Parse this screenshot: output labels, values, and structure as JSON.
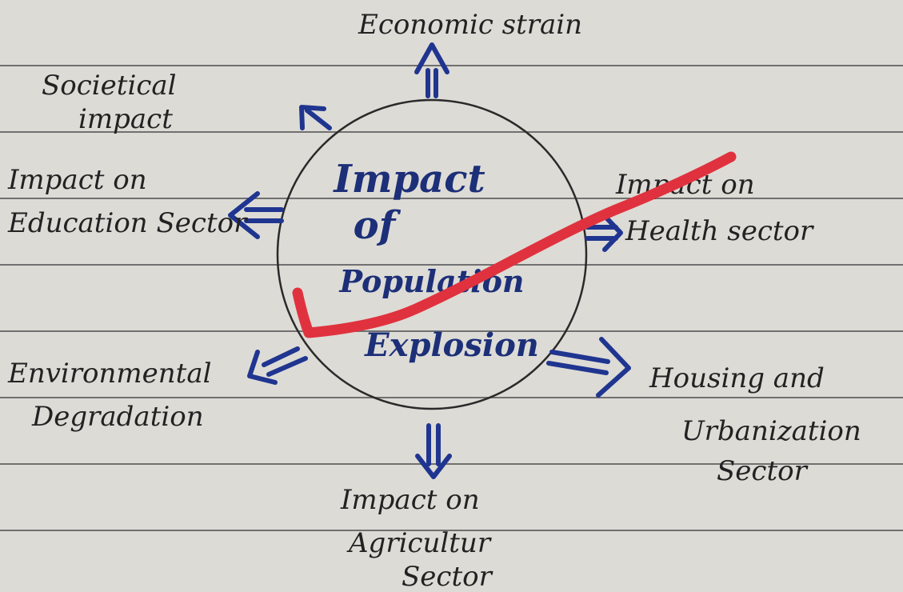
{
  "center": {
    "line1": "Impact",
    "line2": "of",
    "line3": "Population",
    "line4": "Explosion"
  },
  "labels": {
    "top": "Economic strain",
    "top_left_1": "Societical",
    "top_left_2": "impact",
    "left_1": "Impact on",
    "left_2": "Education Sector",
    "right_1": "Impact on",
    "right_2": "Health sector",
    "bottom_left_1": "Environmental",
    "bottom_left_2": "Degradation",
    "bottom_right_1": "Housing and",
    "bottom_right_2": "Urbanization",
    "bottom_right_3": "Sector",
    "bottom_1": "Impact on",
    "bottom_2": "Agricultur",
    "bottom_3": "Sector"
  },
  "colors": {
    "ink": "#1f3590",
    "pencil": "#222222",
    "red_mark": "#e0323e",
    "paper": "#dddbd6",
    "rule_line": "#707070"
  }
}
